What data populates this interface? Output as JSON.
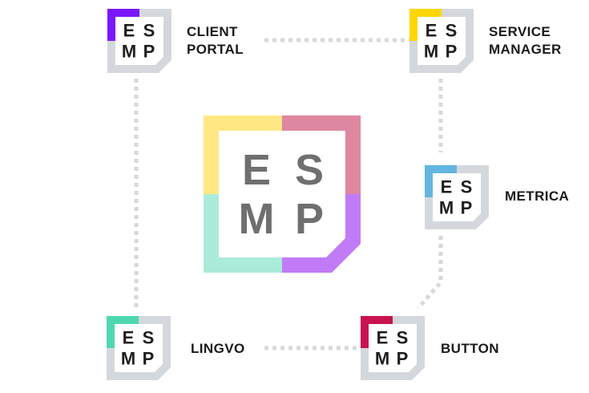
{
  "center": {
    "letters": [
      "E",
      "S",
      "M",
      "P"
    ],
    "colors": {
      "top_left": "#ffe784",
      "top_right": "#de87a0",
      "bottom_left": "#abebd9",
      "bottom_right": "#c17bf7",
      "letters": "#6f6f6f"
    }
  },
  "nodes": [
    {
      "id": "client-portal",
      "label_lines": [
        "CLIENT",
        "PORTAL"
      ],
      "accent": "#7b16ff",
      "letters": [
        "E",
        "S",
        "M",
        "P"
      ]
    },
    {
      "id": "service-manager",
      "label_lines": [
        "SERVICE",
        "MANAGER"
      ],
      "accent": "#ffd500",
      "letters": [
        "E",
        "S",
        "M",
        "P"
      ]
    },
    {
      "id": "metrica",
      "label_lines": [
        "METRICA"
      ],
      "accent": "#63b6e0",
      "letters": [
        "E",
        "S",
        "M",
        "P"
      ]
    },
    {
      "id": "lingvo",
      "label_lines": [
        "LINGVO"
      ],
      "accent": "#4fd8b0",
      "letters": [
        "E",
        "S",
        "M",
        "P"
      ]
    },
    {
      "id": "button",
      "label_lines": [
        "BUTTON"
      ],
      "accent": "#c8134e",
      "letters": [
        "E",
        "S",
        "M",
        "P"
      ]
    }
  ],
  "connections": [
    [
      "client-portal",
      "service-manager"
    ],
    [
      "service-manager",
      "metrica"
    ],
    [
      "metrica",
      "button"
    ],
    [
      "client-portal",
      "lingvo"
    ],
    [
      "lingvo",
      "button"
    ]
  ],
  "colors": {
    "frame": "#d4d8dc",
    "connector": "#d8d8d8",
    "node_letters": "#1e1e1e",
    "label": "#1a1a1a"
  }
}
